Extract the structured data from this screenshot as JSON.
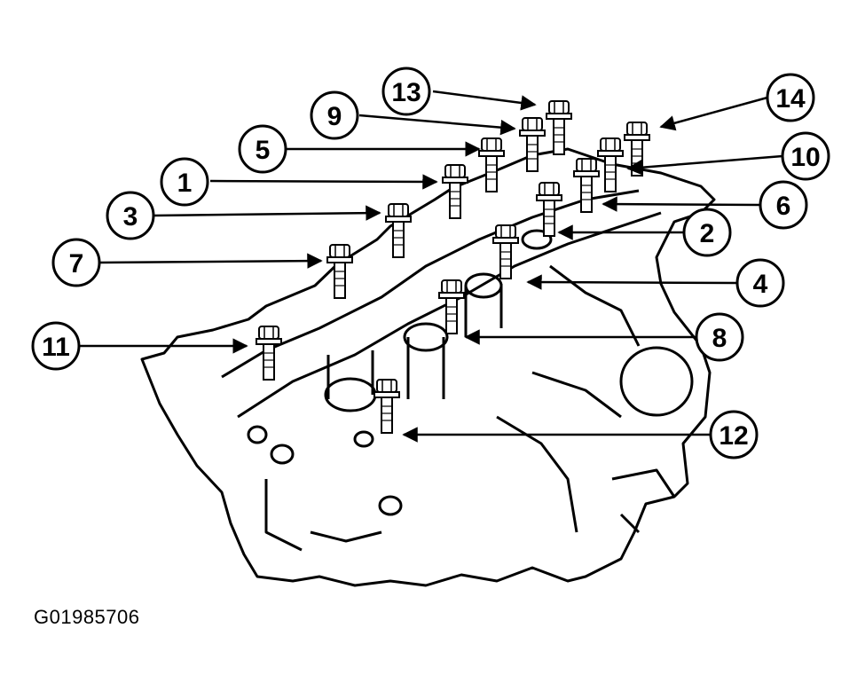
{
  "figure_id": "G01985706",
  "colors": {
    "ink": "#000000",
    "paper": "#ffffff"
  },
  "callouts": [
    {
      "label": "1"
    },
    {
      "label": "2"
    },
    {
      "label": "3"
    },
    {
      "label": "4"
    },
    {
      "label": "5"
    },
    {
      "label": "6"
    },
    {
      "label": "7"
    },
    {
      "label": "8"
    },
    {
      "label": "9"
    },
    {
      "label": "10"
    },
    {
      "label": "11"
    },
    {
      "label": "12"
    },
    {
      "label": "13"
    },
    {
      "label": "14"
    }
  ]
}
